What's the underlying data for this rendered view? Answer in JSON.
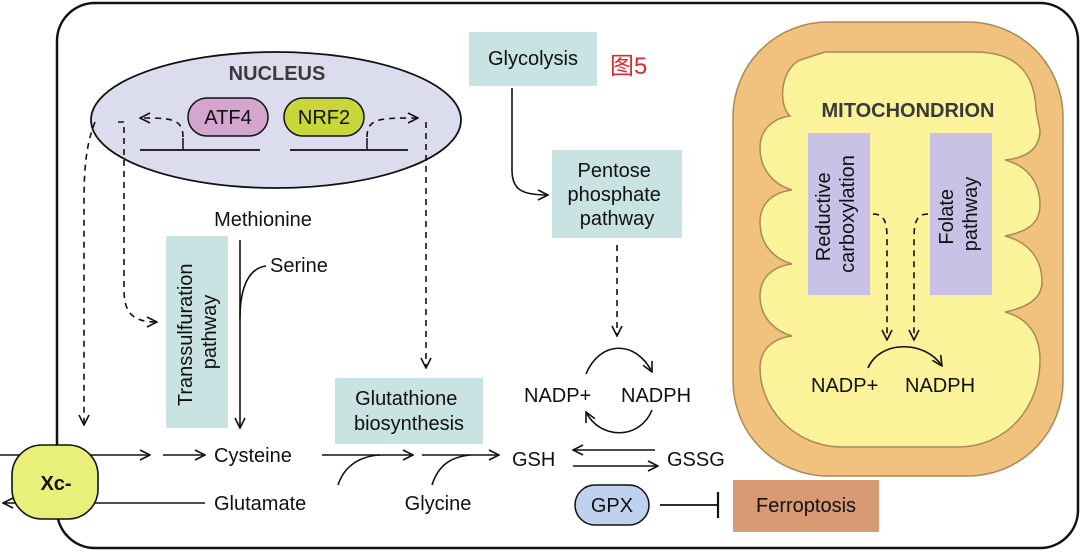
{
  "figure_tag": "图5",
  "compartments": {
    "nucleus": "NUCLEUS",
    "mitochondrion": "MITOCHONDRION"
  },
  "transcription_factors": {
    "atf4": "ATF4",
    "nrf2": "NRF2"
  },
  "pathways": {
    "glycolysis": "Glycolysis",
    "pentose_phosphate": [
      "Pentose",
      "phosphate",
      "pathway"
    ],
    "transsulfuration": [
      "Transsulfuration",
      "pathway"
    ],
    "glutathione_biosynthesis": [
      "Glutathione",
      "biosynthesis"
    ],
    "reductive_carboxylation": [
      "Reductive",
      "carboxylation"
    ],
    "folate": [
      "Folate",
      "pathway"
    ]
  },
  "metabolites": {
    "methionine": "Methionine",
    "serine": "Serine",
    "cysteine": "Cysteine",
    "glutamate": "Glutamate",
    "glycine": "Glycine",
    "gsh": "GSH",
    "gssg": "GSSG",
    "nadp_plus": "NADP+",
    "nadph": "NADPH",
    "mito_nadp_plus": "NADP+",
    "mito_nadph": "NADPH"
  },
  "transporter": "Xc-",
  "enzyme": "GPX",
  "outcome": "Ferroptosis",
  "colors": {
    "teal_box": "#c8e3e1",
    "lavender_box": "#c9c2e6",
    "nucleus_fill": "#dcdcef",
    "atf4_fill": "#d3a5cf",
    "nrf2_fill": "#c8d63a",
    "xc_fill": "#e9f07a",
    "gpx_fill": "#bfd1ee",
    "ferroptosis_fill": "#d89a72",
    "mito_outer": "#f0c27e",
    "mito_inner": "#fbf39a",
    "figure_tag": "#e8262a"
  }
}
